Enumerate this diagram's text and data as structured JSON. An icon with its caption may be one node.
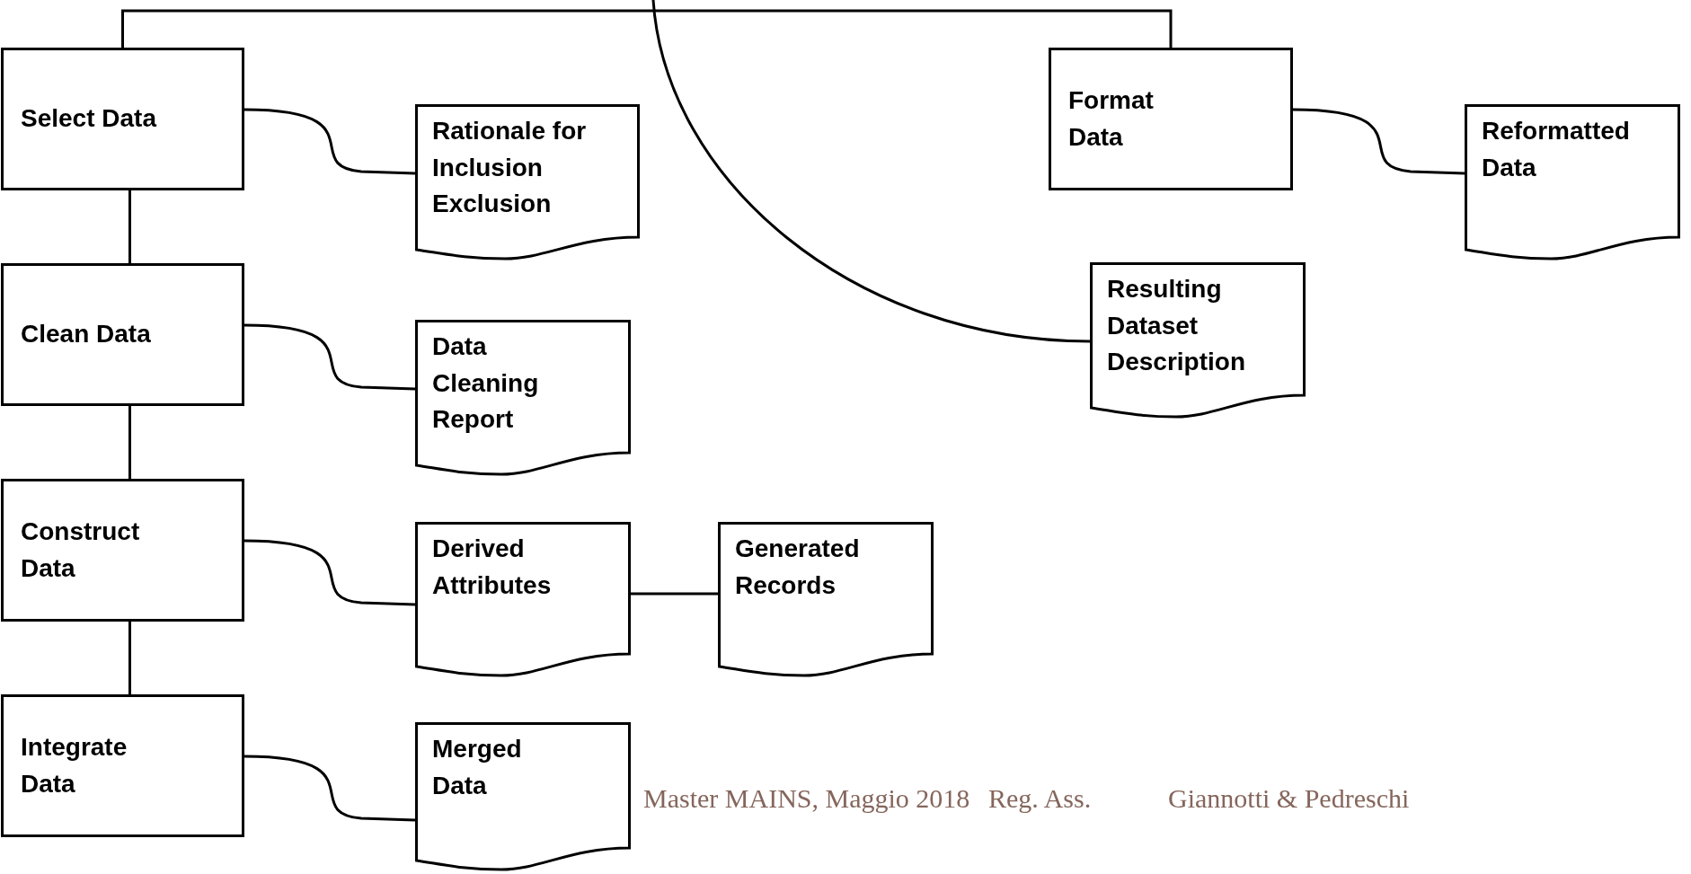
{
  "diagram": {
    "nodes": [
      {
        "text": [
          "Select Data"
        ]
      },
      {
        "text": [
          "Rationale for Inclusion Exclusion"
        ]
      },
      {
        "text": [
          "Clean Data"
        ]
      },
      {
        "text": [
          "Data Cleaning Report"
        ]
      },
      {
        "text": [
          "Construct Data"
        ]
      },
      {
        "text": [
          "Derived Attributes"
        ]
      },
      {
        "text": [
          "Generated Records"
        ]
      },
      {
        "text": [
          "Integrate Data"
        ]
      },
      {
        "text": [
          "Merged Data"
        ]
      },
      {
        "text": [
          "Format Data"
        ]
      },
      {
        "text": [
          "Reformatted Data"
        ]
      },
      {
        "text": [
          "Resulting Dataset Description"
        ]
      }
    ],
    "edges": [
      {
        "from": 0,
        "to": 9,
        "arrow": "none"
      },
      {
        "from": null,
        "to": 11,
        "arrow": "none"
      },
      {
        "from": 0,
        "to": 2,
        "arrow": "none"
      },
      {
        "from": 2,
        "to": 4,
        "arrow": "none"
      },
      {
        "from": 4,
        "to": 7,
        "arrow": "none"
      },
      {
        "from": 0,
        "to": 1,
        "arrow": "none"
      },
      {
        "from": 2,
        "to": 3,
        "arrow": "none"
      },
      {
        "from": 4,
        "to": 5,
        "arrow": "none"
      },
      {
        "from": 5,
        "to": 6,
        "arrow": "none"
      },
      {
        "from": 7,
        "to": 8,
        "arrow": "none"
      },
      {
        "from": 9,
        "to": 10,
        "arrow": "none"
      }
    ],
    "labels": [
      "Master MAINS, Maggio 2018",
      "Reg. Ass.",
      "Giannotti & Pedreschi"
    ]
  }
}
